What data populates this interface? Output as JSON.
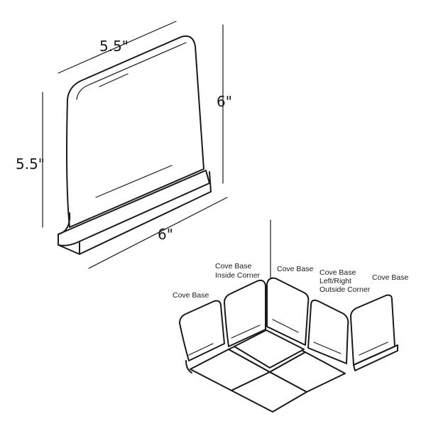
{
  "dimensions": {
    "top_width": "5.5\"",
    "left_height": "5.5\"",
    "right_height": "6\"",
    "bottom_width": "6\""
  },
  "labels": {
    "cove_base_left": "Cove Base",
    "inside_corner_line1": "Cove Base",
    "inside_corner_line2": "Inside Corner",
    "cove_base_center": "Cove Base",
    "outside_corner_line1": "Cove Base",
    "outside_corner_line2": "Left/Right",
    "outside_corner_line3": "Outside Corner",
    "cove_base_right": "Cove Base"
  }
}
